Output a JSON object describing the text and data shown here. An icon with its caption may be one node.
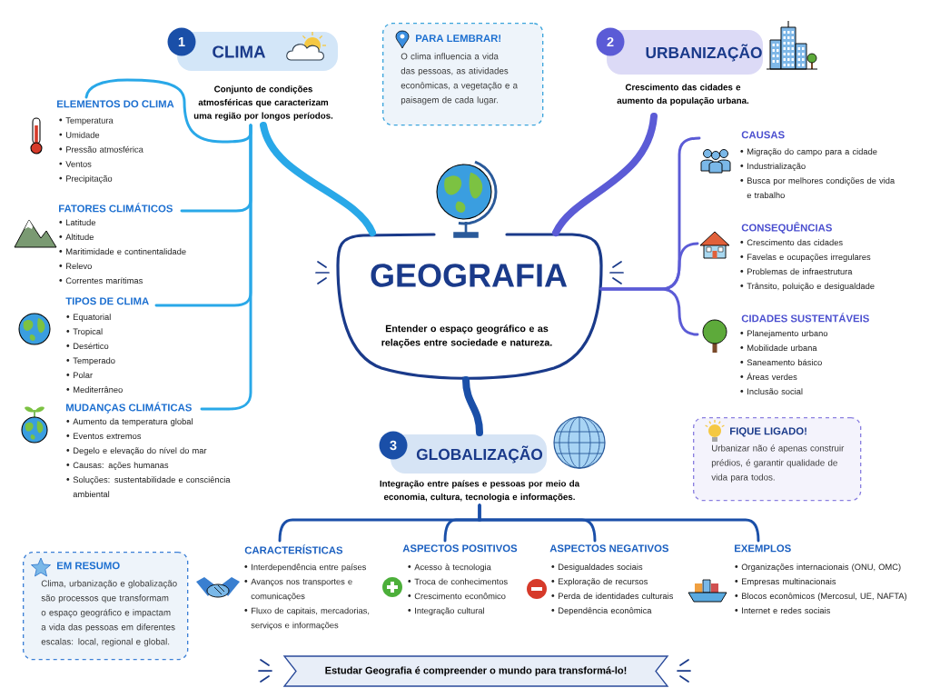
{
  "diagram": {
    "nodes": [
      {
        "text": [
          "GEOGRAFIA",
          "Entender o espaço geográfico e as relações entre sociedade e natureza."
        ]
      },
      {
        "text": [
          "1",
          "CLIMA"
        ],
        "beside": [
          "Conjunto de condições atmosféricas que caracterizam uma região por longos períodos."
        ]
      },
      {
        "text": [
          "2",
          "URBANIZAÇÃO"
        ],
        "beside": [
          "Crescimento das cidades e aumento da população urbana."
        ]
      },
      {
        "text": [
          "3",
          "GLOBALIZAÇÃO"
        ],
        "beside": [
          "Integração entre países e pessoas por meio da economia, cultura, tecnologia e informações."
        ]
      },
      {
        "text": [
          "ELEMENTOS DO CLIMA",
          "Temperatura",
          "Umidade",
          "Pressão atmosférica",
          "Ventos",
          "Precipitação"
        ]
      },
      {
        "text": [
          "FATORES CLIMÁTICOS",
          "Latitude",
          "Altitude",
          "Maritimidade e continentalidade",
          "Relevo",
          "Correntes marítimas"
        ]
      },
      {
        "text": [
          "TIPOS DE CLIMA",
          "Equatorial",
          "Tropical",
          "Desértico",
          "Temperado",
          "Polar",
          "Mediterrâneo"
        ]
      },
      {
        "text": [
          "MUDANÇAS CLIMÁTICAS",
          "Aumento da temperatura global",
          "Eventos extremos",
          "Degelo e elevação do nível do mar",
          "Causas: ações humanas",
          "Soluções: sustentabilidade e consciência ambiental"
        ]
      },
      {
        "text": [
          "CAUSAS",
          "Migração do campo para a cidade",
          "Industrialização",
          "Busca por melhores condições de vida e trabalho"
        ]
      },
      {
        "text": [
          "CONSEQUÊNCIAS",
          "Crescimento das cidades",
          "Favelas e ocupações irregulares",
          "Problemas de infraestrutura",
          "Trânsito, poluição e desigualdade"
        ]
      },
      {
        "text": [
          "CIDADES SUSTENTÁVEIS",
          "Planejamento urbano",
          "Mobilidade urbana",
          "Saneamento básico",
          "Áreas verdes",
          "Inclusão social"
        ]
      },
      {
        "text": [
          "CARACTERÍSTICAS",
          "Interdependência entre países",
          "Avanços nos transportes e comunicações",
          "Fluxo de capitais, mercadorias, serviços e informações"
        ]
      },
      {
        "text": [
          "ASPECTOS POSITIVOS",
          "Acesso à tecnologia",
          "Troca de conhecimentos",
          "Crescimento econômico",
          "Integração cultural"
        ]
      },
      {
        "text": [
          "ASPECTOS NEGATIVOS",
          "Desigualdades sociais",
          "Exploração de recursos",
          "Perda de identidades culturais",
          "Dependência econômica"
        ]
      },
      {
        "text": [
          "EXEMPLOS",
          "Organizações internacionais (ONU, OMC)",
          "Empresas multinacionais",
          "Blocos econômicos (Mercosul, UE, NAFTA)",
          "Internet e redes sociais"
        ]
      },
      {
        "text": [
          "PARA LEMBRAR!",
          "O clima influencia a vida das pessoas, as atividades econômicas, a vegetação e a paisagem de cada lugar."
        ]
      },
      {
        "text": [
          "FIQUE LIGADO!",
          "Urbanizar não é apenas construir prédios, é garantir qualidade de vida para todos."
        ]
      },
      {
        "text": [
          "EM RESUMO",
          "Clima, urbanização e globalização são processos que transformam o espaço geográfico e impactam a vida das pessoas em diferentes escalas: local, regional e global."
        ]
      },
      {
        "text": [
          "Estudar Geografia é compreender o mundo para transformá-lo!"
        ]
      }
    ],
    "edges": [
      {
        "from": 0,
        "to": 1,
        "arrow": "none",
        "style": "thick",
        "color": "#29a8e8"
      },
      {
        "from": 0,
        "to": 2,
        "arrow": "none",
        "style": "thick",
        "color": "#5b5bd6"
      },
      {
        "from": 0,
        "to": 3,
        "arrow": "none",
        "style": "thick",
        "color": "#1a4fa8"
      },
      {
        "from": 1,
        "to": 4,
        "arrow": "none",
        "color": "#29a8e8"
      },
      {
        "from": 1,
        "to": 5,
        "arrow": "none",
        "color": "#29a8e8"
      },
      {
        "from": 1,
        "to": 6,
        "arrow": "none",
        "color": "#29a8e8"
      },
      {
        "from": 1,
        "to": 7,
        "arrow": "none",
        "color": "#29a8e8"
      },
      {
        "from": 0,
        "to": 8,
        "arrow": "none",
        "color": "#5b5bd6"
      },
      {
        "from": 0,
        "to": 9,
        "arrow": "none",
        "color": "#5b5bd6"
      },
      {
        "from": 0,
        "to": 10,
        "arrow": "none",
        "color": "#5b5bd6"
      },
      {
        "from": 3,
        "to": 11,
        "arrow": "none",
        "color": "#1a4fa8"
      },
      {
        "from": 3,
        "to": 12,
        "arrow": "none",
        "color": "#1a4fa8"
      },
      {
        "from": 3,
        "to": 13,
        "arrow": "none",
        "color": "#1a4fa8"
      },
      {
        "from": 3,
        "to": 14,
        "arrow": "none",
        "color": "#1a4fa8"
      }
    ]
  }
}
